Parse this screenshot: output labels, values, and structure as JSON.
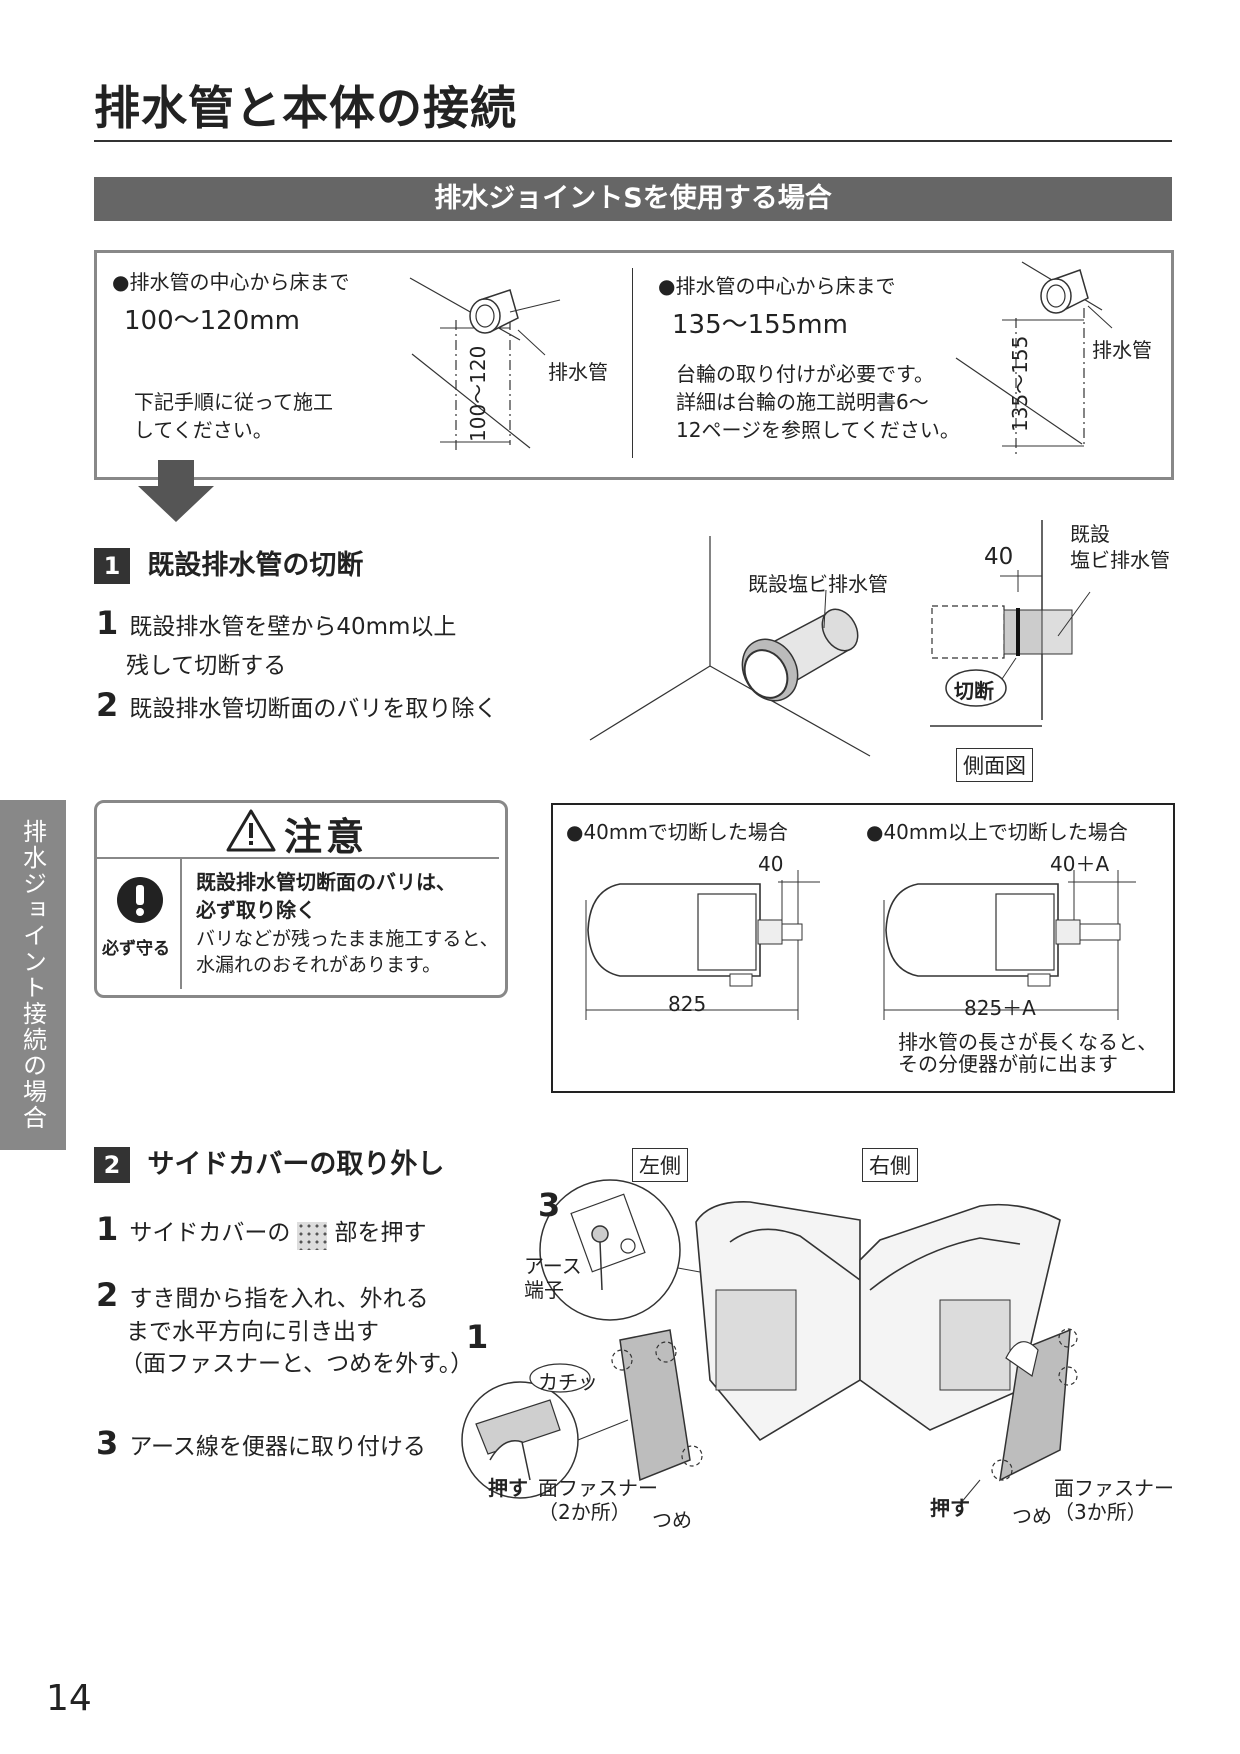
{
  "page": {
    "title": "排水管と本体の接続",
    "banner": "排水ジョイントSを使用する場合",
    "page_number": "14",
    "side_tab": "排水ジョイント接続の場合"
  },
  "info": {
    "left": {
      "label": "●排水管の中心から床まで",
      "range": "100〜120mm",
      "note_line1": "下記手順に従って施工",
      "note_line2": "してください。",
      "pipe_label": "排水管",
      "dim_label": "100〜120"
    },
    "right": {
      "label": "●排水管の中心から床まで",
      "range": "135〜155mm",
      "note_line1": "台輪の取り付けが必要です。",
      "note_line2": "詳細は台輪の施工説明書6〜",
      "note_line3": "12ページを参照してください。",
      "pipe_label": "排水管",
      "dim_label": "135〜155"
    }
  },
  "step1": {
    "badge": "1",
    "heading": "既設排水管の切断",
    "items": [
      {
        "num": "1",
        "line1": "既設排水管を壁から40mm以上",
        "line2": "残して切断する"
      },
      {
        "num": "2",
        "line1": "既設排水管切断面のバリを取り除く"
      }
    ],
    "fig_pipe_label": "既設塩ビ排水管",
    "side_label_line1": "既設",
    "side_label_line2": "塩ビ排水管",
    "side_dim": "40",
    "cut_label": "切断",
    "side_view": "側面図"
  },
  "caution": {
    "title": "注意",
    "mandatory": "必ず守る",
    "bold_line1": "既設排水管切断面のバリは、",
    "bold_line2": "必ず取り除く",
    "text_line1": "バリなどが残ったまま施工すると、",
    "text_line2": "水漏れのおそれがあります。"
  },
  "cases": {
    "left": {
      "label": "●40mmで切断した場合",
      "dim_top": "40",
      "dim_bottom": "825"
    },
    "right": {
      "label": "●40mm以上で切断した場合",
      "dim_top": "40＋A",
      "dim_bottom": "825＋A"
    },
    "note_line1": "排水管の長さが長くなると、",
    "note_line2": "その分便器が前に出ます"
  },
  "step2": {
    "badge": "2",
    "heading": "サイドカバーの取り外し",
    "items": [
      {
        "num": "1",
        "pre": "サイドカバーの",
        "post": "部を押す"
      },
      {
        "num": "2",
        "line1": "すき間から指を入れ、外れる",
        "line2": "まで水平方向に引き出す",
        "line3": "（面ファスナーと、つめを外す。）"
      },
      {
        "num": "3",
        "line1": "アース線を便器に取り付ける"
      }
    ],
    "left_side": "左側",
    "right_side": "右側",
    "callout3": "3",
    "callout1": "1",
    "earth_line1": "アース",
    "earth_line2": "端子",
    "click": "カチッ",
    "push": "押す",
    "fastener_left_line1": "面ファスナー",
    "fastener_left_line2": "（2か所）",
    "claw": "つめ",
    "push_right": "押す",
    "claw_right": "つめ",
    "fastener_right_line1": "面ファスナー",
    "fastener_right_line2": "（3か所）"
  }
}
